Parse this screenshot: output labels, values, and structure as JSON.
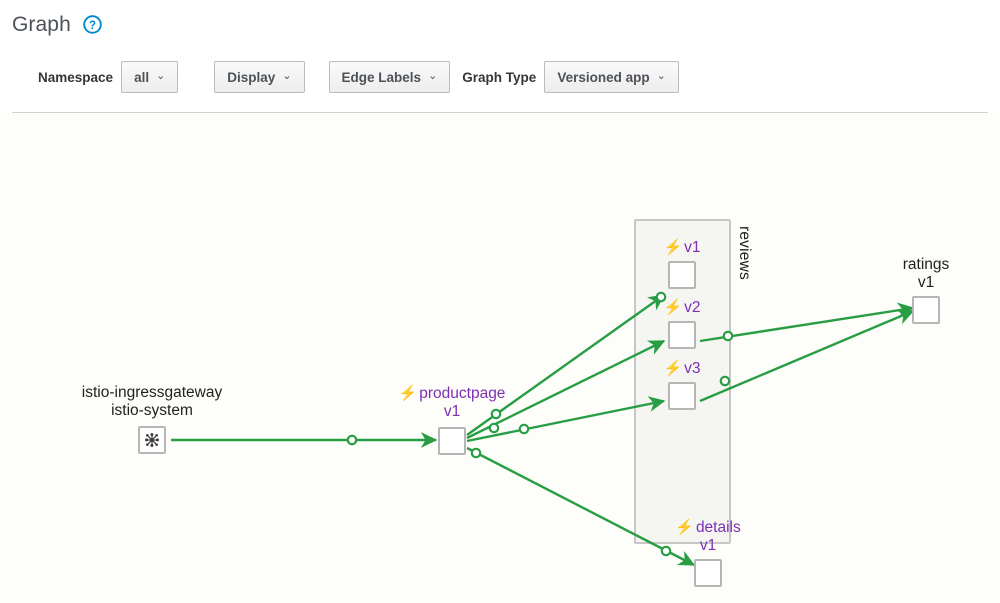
{
  "header": {
    "title": "Graph",
    "help_icon": "question-circle-icon",
    "help_icon_color": "#0088ce"
  },
  "toolbar": {
    "namespace_label": "Namespace",
    "namespace_value": "all",
    "display_label": "Display",
    "edge_labels_label": "Edge Labels",
    "graph_type_label": "Graph Type",
    "graph_type_value": "Versioned app",
    "caret": "⌄"
  },
  "graph": {
    "edge_color": "#289e44",
    "node_border_color": "#b6b6b6",
    "app_text_color": "#7d2fb3",
    "plain_text_color": "#1f1f1f",
    "bolt_glyph": "⚡",
    "groups": [
      {
        "id": "reviews-group",
        "label": "reviews"
      }
    ],
    "nodes": [
      {
        "id": "istio-ingressgateway",
        "line1": "istio-ingressgateway",
        "line2": "istio-system",
        "badge": "none",
        "icon": "mesh-topology-icon",
        "text_color": "plain"
      },
      {
        "id": "productpage-v1",
        "line1": "productpage",
        "line2": "v1",
        "badge": "bolt",
        "icon": "square-node-icon",
        "text_color": "app"
      },
      {
        "id": "reviews-v1",
        "line1": "v1",
        "line2": "",
        "badge": "bolt",
        "icon": "square-node-icon",
        "text_color": "app"
      },
      {
        "id": "reviews-v2",
        "line1": "v2",
        "line2": "",
        "badge": "bolt",
        "icon": "square-node-icon",
        "text_color": "app"
      },
      {
        "id": "reviews-v3",
        "line1": "v3",
        "line2": "",
        "badge": "bolt",
        "icon": "square-node-icon",
        "text_color": "app"
      },
      {
        "id": "ratings-v1",
        "line1": "ratings",
        "line2": "v1",
        "badge": "none",
        "icon": "square-node-icon",
        "text_color": "plain"
      },
      {
        "id": "details-v1",
        "line1": "details",
        "line2": "v1",
        "badge": "bolt",
        "icon": "square-node-icon",
        "text_color": "app"
      }
    ],
    "edges": [
      {
        "from": "istio-ingressgateway",
        "to": "productpage-v1"
      },
      {
        "from": "productpage-v1",
        "to": "reviews-v1"
      },
      {
        "from": "productpage-v1",
        "to": "reviews-v2"
      },
      {
        "from": "productpage-v1",
        "to": "reviews-v3"
      },
      {
        "from": "productpage-v1",
        "to": "details-v1"
      },
      {
        "from": "reviews-v2",
        "to": "ratings-v1"
      },
      {
        "from": "reviews-v3",
        "to": "ratings-v1"
      }
    ]
  }
}
